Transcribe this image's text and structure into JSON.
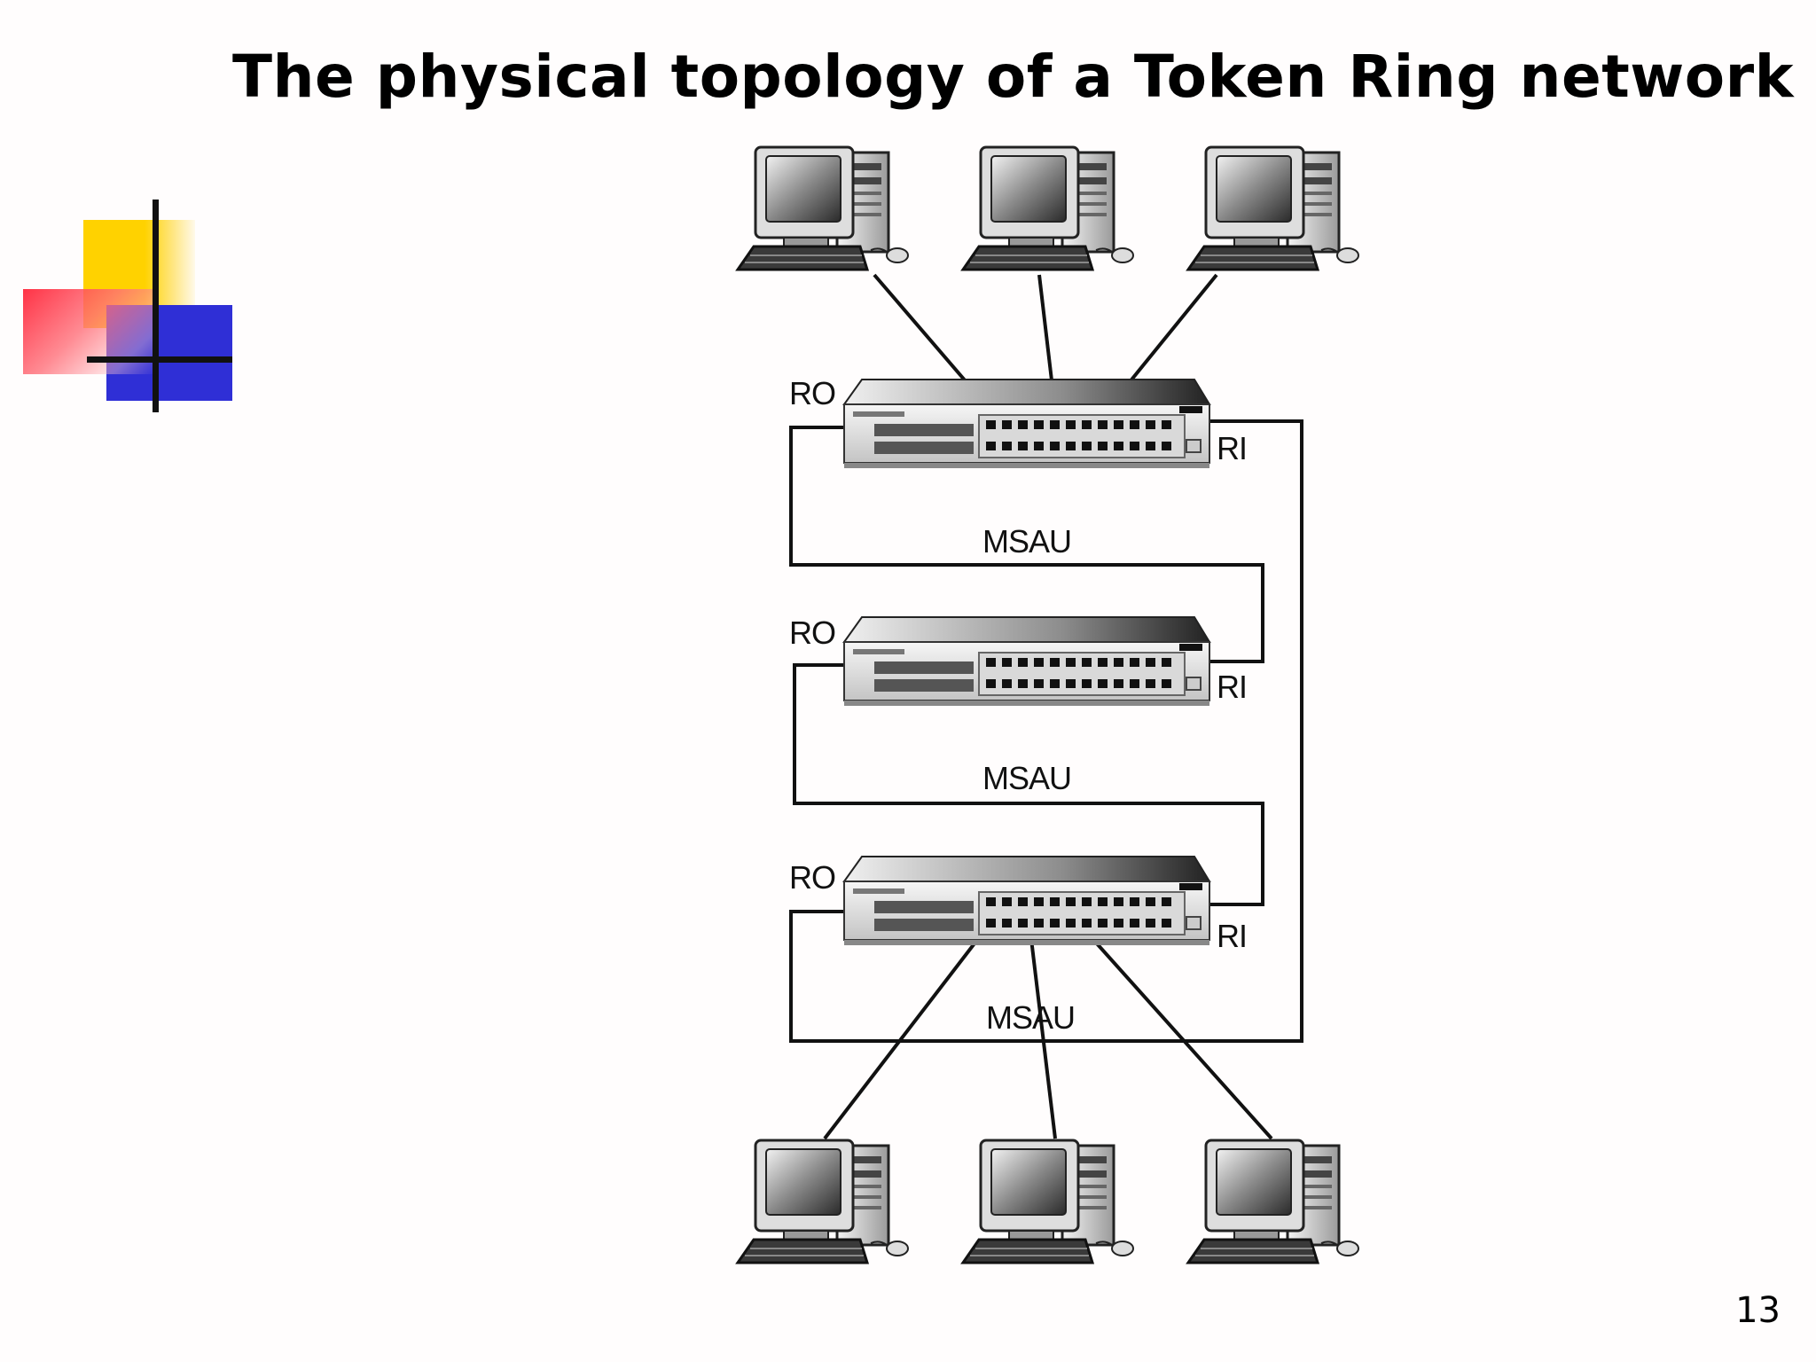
{
  "slide": {
    "title": "The physical topology of a Token Ring network",
    "page_number": "13"
  },
  "labels": {
    "ro": "RO",
    "ri": "RI",
    "msau": "MSAU"
  },
  "colors": {
    "logo_yellow": "#ffd200",
    "logo_blue": "#2f2fd6",
    "logo_red": "#ff2a3c",
    "cable": "#111111"
  },
  "icons": {
    "workstation": "workstation-icon",
    "msau": "msau-hub-icon"
  }
}
